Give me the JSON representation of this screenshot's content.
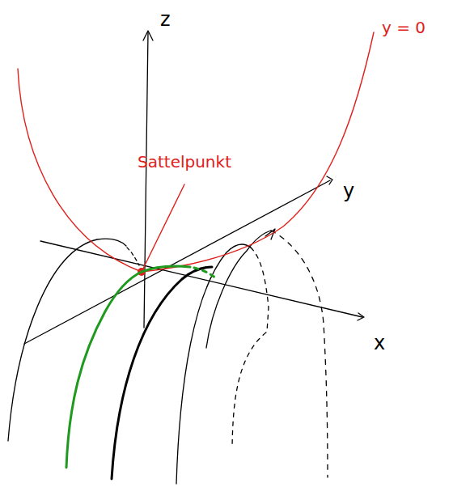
{
  "diagram": {
    "labels": [
      "z",
      "y",
      "x",
      "Sattelpunkt",
      "y = 0"
    ]
  }
}
